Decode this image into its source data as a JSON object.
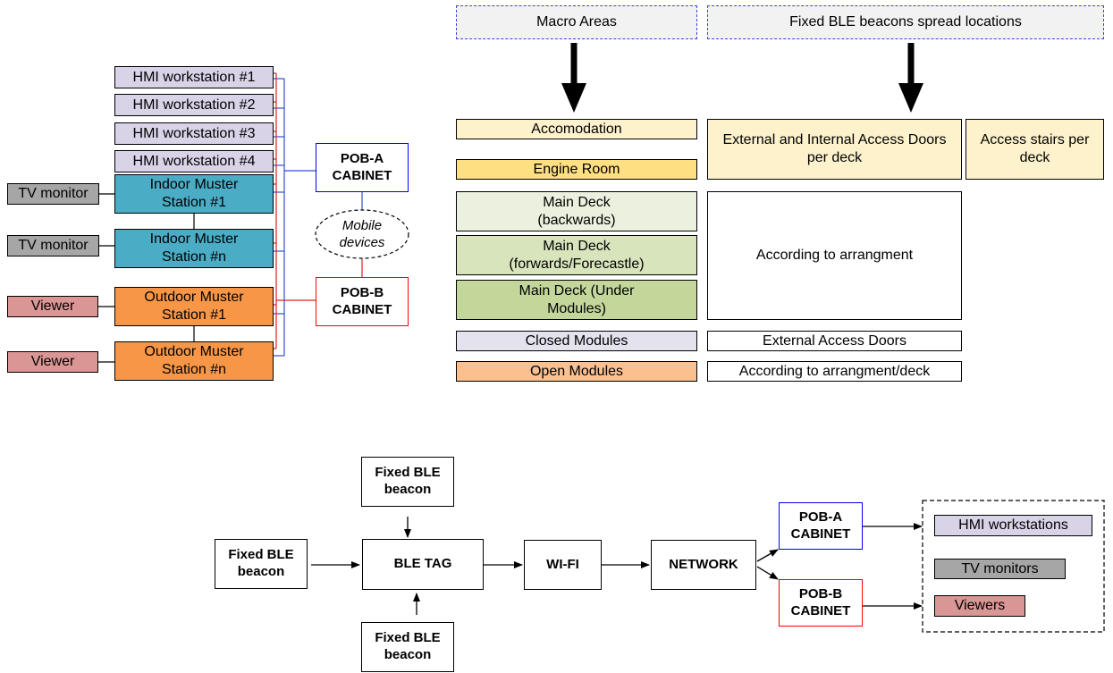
{
  "left_system": {
    "hmi_workstations": [
      "HMI workstation #1",
      "HMI workstation #2",
      "HMI workstation #3",
      "HMI workstation #4"
    ],
    "indoor_stations": [
      "Indoor Muster Station #1",
      "Indoor Muster Station #n"
    ],
    "outdoor_stations": [
      "Outdoor Muster Station #1",
      "Outdoor Muster Station #n"
    ],
    "tv_monitor_label": "TV monitor",
    "viewer_label": "Viewer",
    "pob_a_cabinet": "POB-A CABINET",
    "pob_b_cabinet": "POB-B CABINET",
    "mobile_devices": "Mobile devices"
  },
  "areas_table": {
    "header_macro": "Macro Areas",
    "header_beacons": "Fixed BLE beacons spread locations",
    "macro_areas": [
      "Accomodation",
      "Engine Room",
      "Main Deck (backwards)",
      "Main Deck (forwards/Forecastle)",
      "Main Deck (Under Modules)",
      "Closed Modules",
      "Open Modules"
    ],
    "beacon_locations": [
      "External and Internal Access Doors per deck",
      "Access stairs per deck",
      "According to arrangment",
      "External Access Doors",
      "According to arrangment/deck"
    ]
  },
  "flow": {
    "beacon_top": "Fixed BLE beacon",
    "beacon_left": "Fixed BLE beacon",
    "beacon_bottom": "Fixed BLE beacon",
    "ble_tag": "BLE TAG",
    "wifi": "WI-FI",
    "network": "NETWORK",
    "pob_a": "POB-A CABINET",
    "pob_b": "POB-B CABINET",
    "outputs": [
      "HMI workstations",
      "TV monitors",
      "Viewers"
    ]
  },
  "colors": {
    "hmi": "#d9d3e8",
    "indoor": "#4bacc6",
    "outdoor": "#f79646",
    "tv": "#a6a6a6",
    "viewer": "#da9694",
    "pob_a_border": "#0000ff",
    "pob_b_border": "#ff0000",
    "accomodation": "#fef2cc",
    "engine_room": "#fedf82",
    "main_backwards": "#ebf1de",
    "main_forwards": "#d8e4bc",
    "main_under": "#c4d79b",
    "closed_modules": "#e4e2ee",
    "open_modules": "#fac090",
    "header_bg": "#f2f2f2"
  }
}
